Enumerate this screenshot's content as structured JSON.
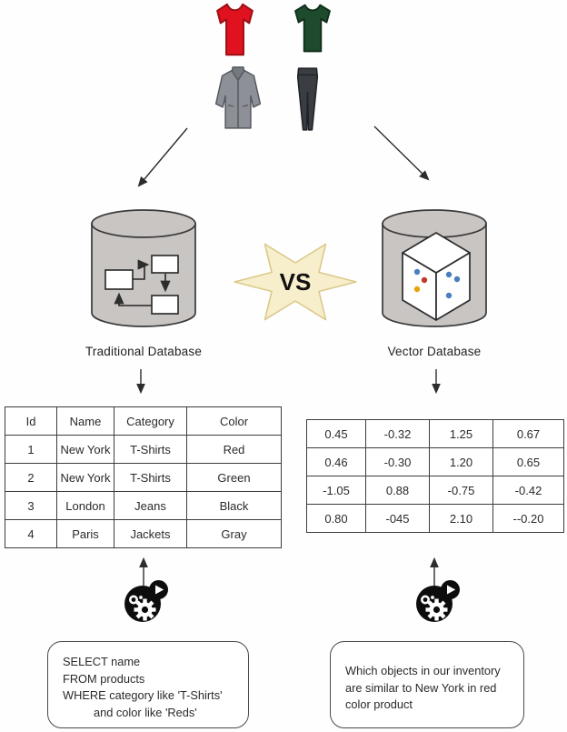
{
  "labels": {
    "traditional_db": "Traditional Database",
    "vector_db": "Vector Database",
    "versus": "VS"
  },
  "traditional_table": {
    "headers": [
      "Id",
      "Name",
      "Category",
      "Color"
    ],
    "rows": [
      [
        "1",
        "New York",
        "T-Shirts",
        "Red"
      ],
      [
        "2",
        "New York",
        "T-Shirts",
        "Green"
      ],
      [
        "3",
        "London",
        "Jeans",
        "Black"
      ],
      [
        "4",
        "Paris",
        "Jackets",
        "Gray"
      ]
    ]
  },
  "vector_table": {
    "rows": [
      [
        "0.45",
        "-0.32",
        "1.25",
        "0.67"
      ],
      [
        "0.46",
        "-0.30",
        "1.20",
        "0.65"
      ],
      [
        "-1.05",
        "0.88",
        "-0.75",
        "-0.42"
      ],
      [
        "0.80",
        "-045",
        "2.10",
        "--0.20"
      ]
    ]
  },
  "sql_query_box": {
    "lines": [
      "SELECT name",
      "FROM products",
      "WHERE category like 'T-Shirts'",
      "and color like 'Reds'"
    ]
  },
  "nl_query_box": {
    "lines": [
      "Which objects in our inventory",
      "are similar to New York in red",
      "color product"
    ]
  },
  "icons": {
    "clothing": [
      "red-tshirt-icon",
      "green-tshirt-icon",
      "gray-jacket-icon",
      "black-pants-icon"
    ],
    "traditional_db_content": "flowchart-icon",
    "vector_db_content": "cube-with-points-icon",
    "process": "gear-play-icon",
    "comparison": "starburst-badge"
  },
  "colors": {
    "cylinder_fill": "#c9c5c3",
    "cylinder_stroke": "#3a3a3a",
    "star_fill": "#f7eecb",
    "star_stroke": "#e3d197",
    "tshirt_red": "#e01220",
    "tshirt_green": "#1e4b2d",
    "jacket_gray": "#8d9197",
    "pants_dark": "#3a3d42",
    "dot_blue": "#4a7ebf",
    "dot_red": "#c03a2b",
    "dot_orange": "#e5a50a",
    "icon_black": "#0d0d0d"
  }
}
